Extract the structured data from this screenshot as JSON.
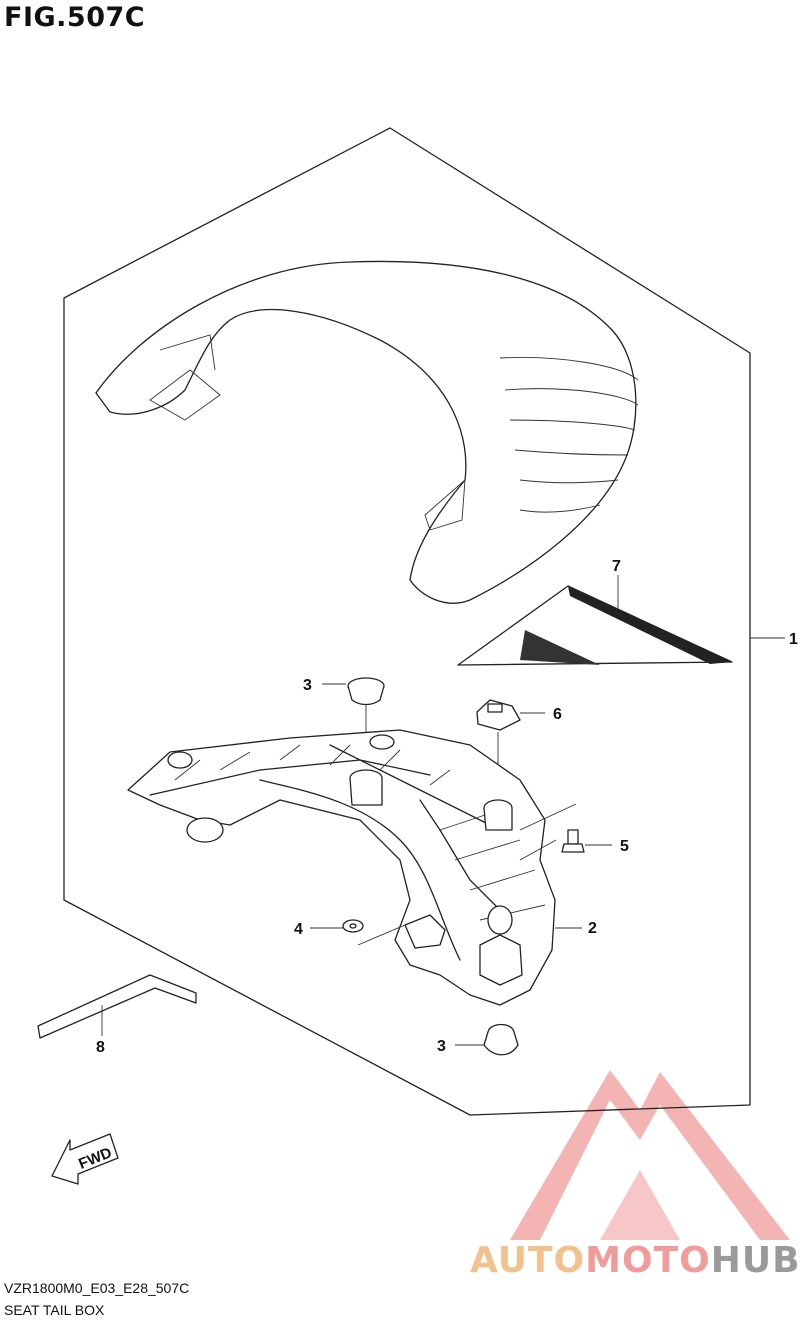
{
  "figure": {
    "title": "FIG.507C"
  },
  "drawing_code": "VZR1800M0_E03_E28_507C",
  "caption": "SEAT TAIL BOX",
  "callouts": [
    {
      "id": "c1",
      "label": "1"
    },
    {
      "id": "c2",
      "label": "2"
    },
    {
      "id": "c3a",
      "label": "3"
    },
    {
      "id": "c3b",
      "label": "3"
    },
    {
      "id": "c4",
      "label": "4"
    },
    {
      "id": "c5",
      "label": "5"
    },
    {
      "id": "c6",
      "label": "6"
    },
    {
      "id": "c7",
      "label": "7"
    },
    {
      "id": "c8",
      "label": "8"
    }
  ],
  "direction_arrow": {
    "label": "FWD"
  },
  "watermark": {
    "part1": "AUTO",
    "part2": "MOTO",
    "part3": "HUB",
    "colors": [
      "#f1c28e",
      "#f19b9b",
      "#9a9a9a"
    ]
  }
}
